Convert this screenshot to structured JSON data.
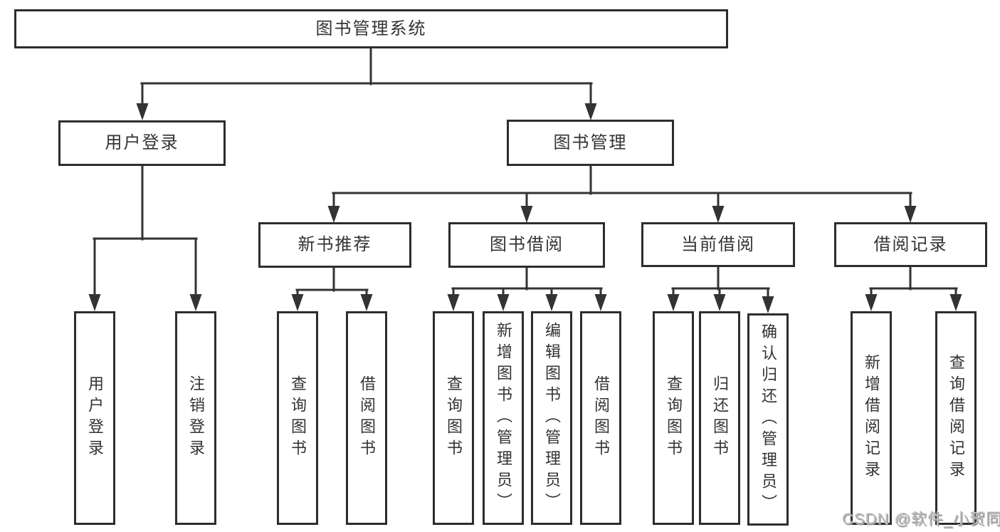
{
  "nodes": {
    "root": "图书管理系统",
    "user_login": "用户登录",
    "book_mgmt": "图书管理",
    "new_book_rec": "新书推荐",
    "book_borrow": "图书借阅",
    "current_borrow": "当前借阅",
    "borrow_record": "借阅记录",
    "leaf_user_login": "用户登录",
    "leaf_logout": "注销登录",
    "leaf_query_book_a": "查询图书",
    "leaf_borrow_book_a": "借阅图书",
    "leaf_query_book_b": "查询图书",
    "leaf_add_book_admin": "新增图书（管理员）",
    "leaf_edit_book_admin": "编辑图书（管理员）",
    "leaf_borrow_book_b": "借阅图书",
    "leaf_query_book_c": "查询图书",
    "leaf_return_book": "归还图书",
    "leaf_confirm_return_admin": "确认归还（管理员）",
    "leaf_add_borrow_record": "新增借阅记录",
    "leaf_query_borrow_record": "查询借阅记录"
  },
  "hierarchy": {
    "图书管理系统": [
      "用户登录",
      "图书管理"
    ],
    "用户登录": [
      "用户登录",
      "注销登录"
    ],
    "图书管理": [
      "新书推荐",
      "图书借阅",
      "当前借阅",
      "借阅记录"
    ],
    "新书推荐": [
      "查询图书",
      "借阅图书"
    ],
    "图书借阅": [
      "查询图书",
      "新增图书（管理员）",
      "编辑图书（管理员）",
      "借阅图书"
    ],
    "当前借阅": [
      "查询图书",
      "归还图书",
      "确认归还（管理员）"
    ],
    "借阅记录": [
      "新增借阅记录",
      "查询借阅记录"
    ]
  },
  "watermark": {
    "text": "CSDN @软件_小贺同学"
  },
  "colors": {
    "line": "#333333",
    "box_border": "#2d2d2d",
    "text": "#333333",
    "watermark": "#bcbcbc",
    "background": "#ffffff"
  }
}
